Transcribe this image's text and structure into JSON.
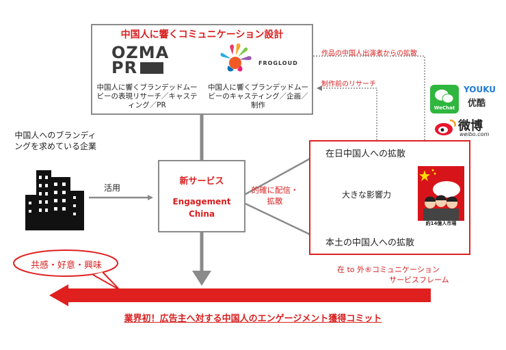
{
  "top_box": {
    "title": "中国人に響くコミュニケーション設計",
    "ozma": {
      "line1": "OZMA",
      "line2": "PR"
    },
    "frog_logo_text": "FROGLOUD",
    "ozma_desc": "中国人に響くブランデッドムービーの表現リサーチ／キャスティング／PR",
    "frog_desc": "中国人に響くブランデッドムービーのキャスティング／企画／制作"
  },
  "client": {
    "label": "中国人へのブランディングを求めている企業"
  },
  "use_label": "活用",
  "service": {
    "title": "新サービス",
    "name": "Engagement China"
  },
  "deliver_label": "的確に配信・拡散",
  "right_box": {
    "spread_japan": "在日中国人への拡散",
    "influence": "大きな影響力",
    "spread_mainland": "本土の中国人への拡散",
    "market_label": "約14億人市場"
  },
  "notes": {
    "spread_note": "作品の中国人出演者からの拡散",
    "research_note": "制作前のリサーチ"
  },
  "social": {
    "wechat": "WeChat",
    "youku": "YOUKU",
    "youku_cn": "优酷",
    "weibo": "微博",
    "weibo_url": "weibo.com"
  },
  "callout": "共感・好意・興味",
  "brand_frame": {
    "line1": "在 to 外®コミュニケーション",
    "line2": "サービスフレーム"
  },
  "bottom_caption": "業界初！広告主へ対する中国人のエンゲージメント獲得コミット",
  "colors": {
    "accent_red": "#e01f1f",
    "arrow_gray": "#8a8a8a"
  }
}
